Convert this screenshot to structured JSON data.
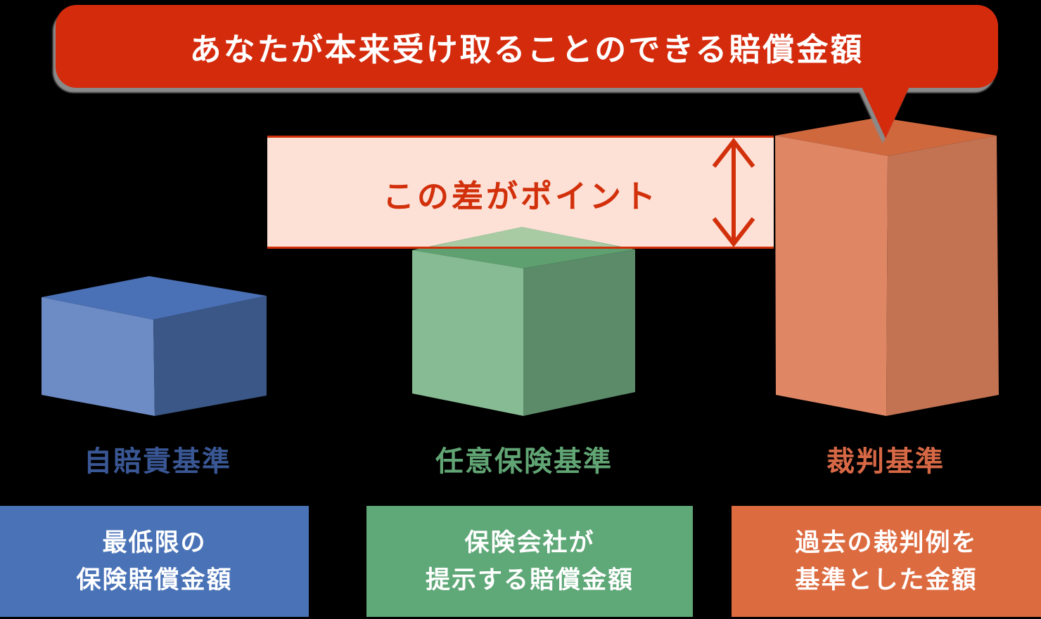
{
  "background": "#000000",
  "bubble": {
    "text": "あなたが本来受け取ることのできる賠償金額",
    "bg": "#d42b0d",
    "text_color": "#ffffff",
    "shadow_color": "#8a8a8a",
    "tail_icon": "speech-bubble-tail"
  },
  "band": {
    "text": "この差がポイント",
    "bg": "#fde0d6",
    "accent": "#d2300b",
    "arrow_icon": "double-vertical-arrow"
  },
  "columns": [
    {
      "label": "自賠責基準",
      "label_color": "#3a5795",
      "cube_colors": {
        "top": "#4a70b5",
        "left": "#6d8cc5",
        "right": "#3b5787"
      },
      "card": {
        "bg": "#4a73b7",
        "lines": [
          "最低限の",
          "保険賠償金額"
        ]
      }
    },
    {
      "label": "任意保険基準",
      "label_color": "#61a574",
      "cube_colors": {
        "top": "#5ea06f",
        "top_highlight": "#a9cba4",
        "left": "#86bb93",
        "right": "#5b8b69"
      },
      "card": {
        "bg": "#5fa878",
        "lines": [
          "保険会社が",
          "提示する賠償金額"
        ]
      }
    },
    {
      "label": "裁判基準",
      "label_color": "#d76845",
      "cube_colors": {
        "top": "#d0683e",
        "left": "#df8765",
        "right": "#c37252"
      },
      "card": {
        "bg": "#dd6b40",
        "lines": [
          "過去の裁判例を",
          "基準とした金額"
        ]
      }
    }
  ]
}
